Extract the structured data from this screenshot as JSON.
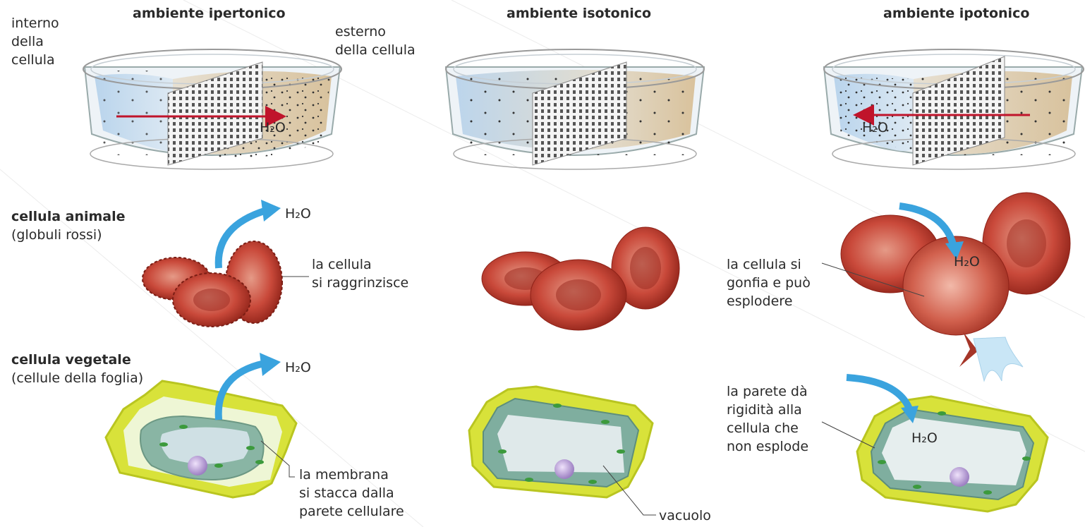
{
  "headers": {
    "hypertonic": "ambiente ipertonico",
    "isotonic": "ambiente isotonico",
    "hypotonic": "ambiente ipotonico"
  },
  "dish_labels": {
    "inside": [
      "interno",
      "della",
      "cellula"
    ],
    "outside": [
      "esterno",
      "della cellula"
    ]
  },
  "water": "H₂O",
  "sections": {
    "animal": {
      "title": "cellula animale",
      "subtitle": "(globuli rossi)"
    },
    "plant": {
      "title": "cellula vegetale",
      "subtitle": "(cellule della foglia)"
    }
  },
  "annotations": {
    "shrinks": [
      "la cellula",
      "si raggrinzisce"
    ],
    "swells": [
      "la cellula si",
      "gonfia e può",
      "esplodere"
    ],
    "membrane": [
      "la membrana",
      "si stacca dalla",
      "parete cellulare"
    ],
    "vacuole": "vacuolo",
    "wall": [
      "la parete dà",
      "rigidità alla",
      "cellula che",
      "non esplode"
    ]
  },
  "colors": {
    "arrow_red": "#c0142b",
    "arrow_blue": "#3aa3de",
    "cell_red": "#c8463a",
    "wall_yellow": "#d8e23a",
    "cytoplasm": "#7fae9f",
    "nucleus": "#b79ad8"
  }
}
